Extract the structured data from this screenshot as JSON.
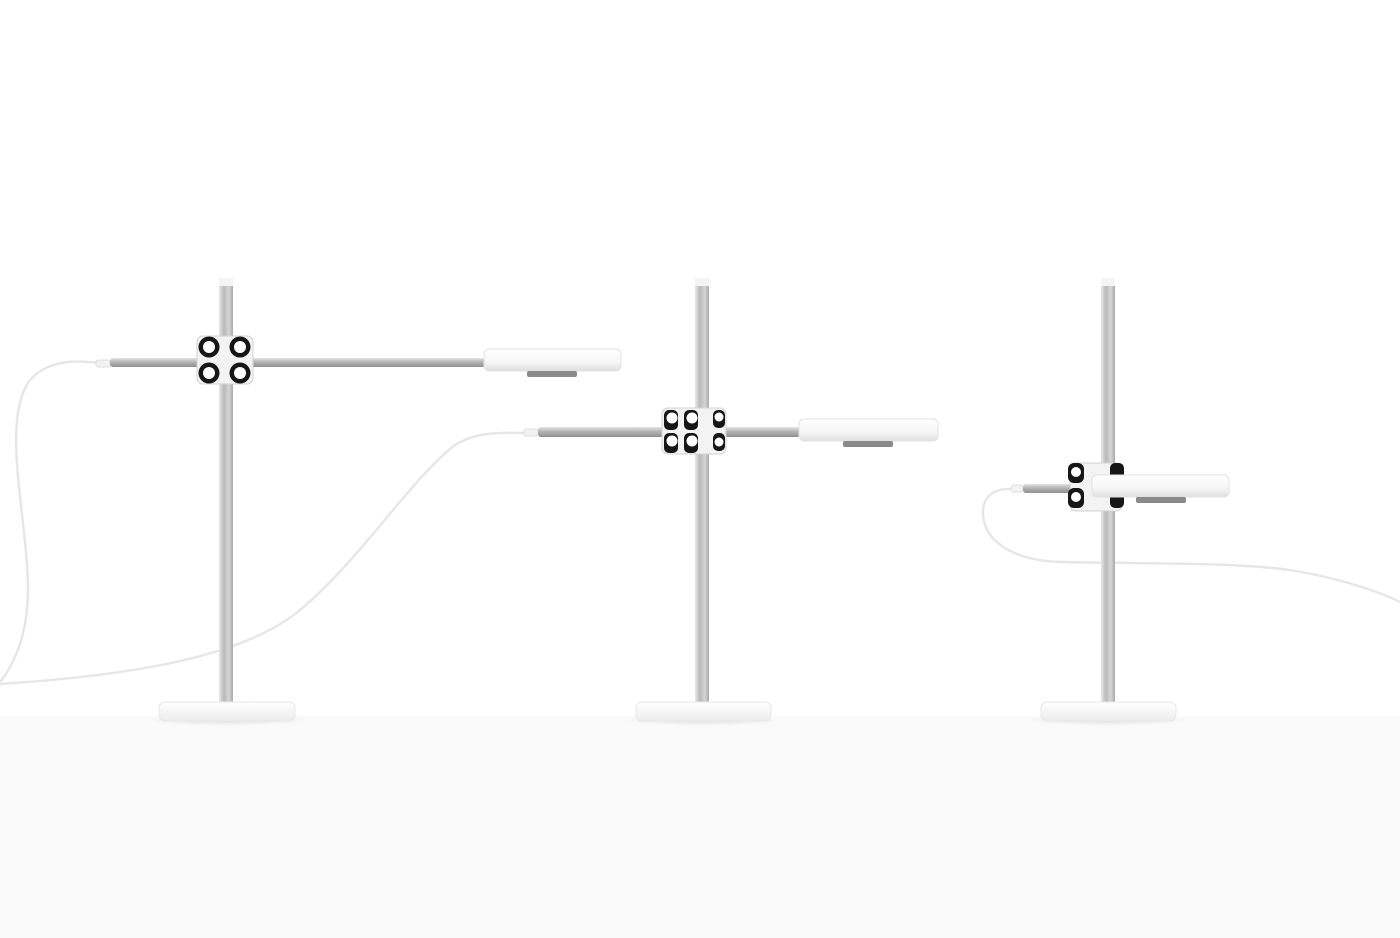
{
  "scene": {
    "kind": "product-render",
    "subject": "desk-lamp",
    "variant_count": 3,
    "colors": {
      "background": "#ffffff",
      "floor": "#fafafa",
      "pole": "#c4c4c4",
      "arm": "#bdbdbd",
      "head": "#fbfbfb",
      "head_edge": "#e2e2e2",
      "lens": "#8a8a8a",
      "knob": "#161616",
      "cable": "#e9e9e9",
      "base": "#ffffff"
    },
    "lamps": [
      {
        "name": "lamp-arm-high",
        "arm_height_fraction": 0.81
      },
      {
        "name": "lamp-arm-middle",
        "arm_height_fraction": 0.65
      },
      {
        "name": "lamp-arm-low",
        "arm_height_fraction": 0.47
      }
    ]
  }
}
